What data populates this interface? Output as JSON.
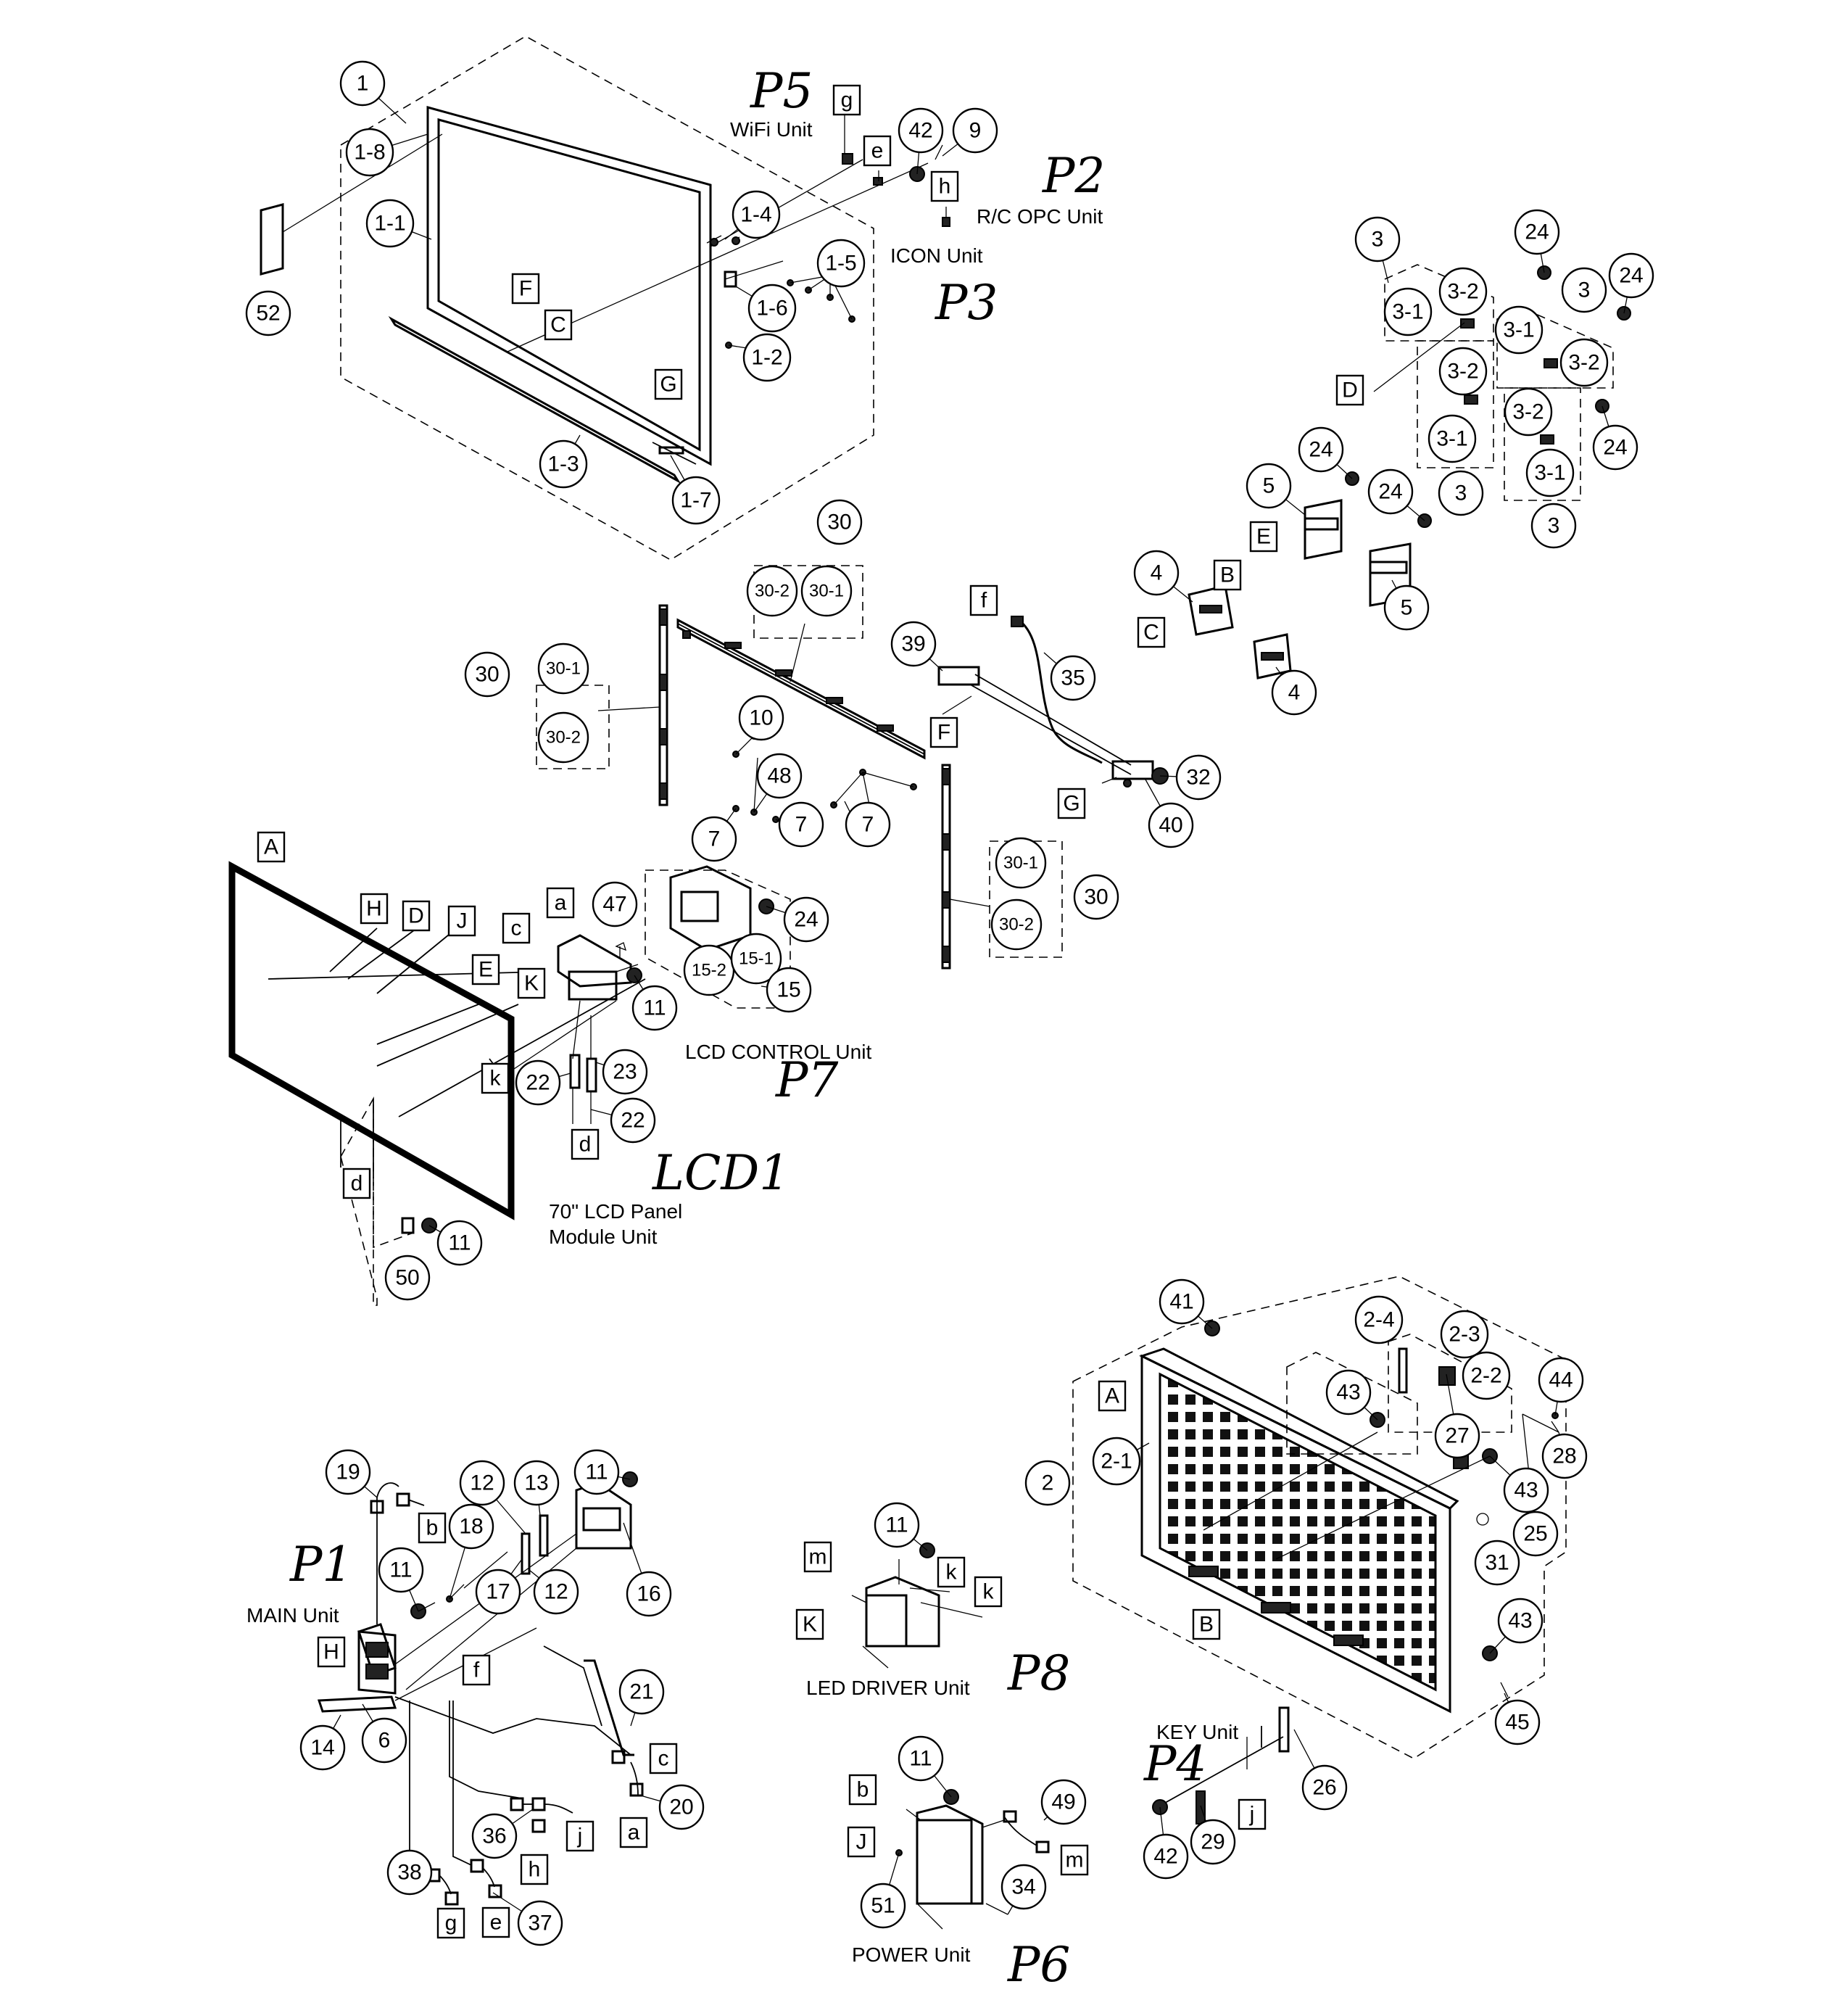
{
  "circled_numbers": [
    {
      "id": "c1",
      "text": "1"
    },
    {
      "id": "c1-8",
      "text": "1-8"
    },
    {
      "id": "c1-1",
      "text": "1-1"
    },
    {
      "id": "c52",
      "text": "52"
    },
    {
      "id": "c1-4",
      "text": "1-4"
    },
    {
      "id": "c1-5",
      "text": "1-5"
    },
    {
      "id": "c1-6",
      "text": "1-6"
    },
    {
      "id": "c1-2",
      "text": "1-2"
    },
    {
      "id": "c1-3",
      "text": "1-3"
    },
    {
      "id": "c1-7",
      "text": "1-7"
    },
    {
      "id": "c42a",
      "text": "42"
    },
    {
      "id": "c9",
      "text": "9"
    },
    {
      "id": "c3a",
      "text": "3"
    },
    {
      "id": "c24a",
      "text": "24"
    },
    {
      "id": "c3-2a",
      "text": "3-2"
    },
    {
      "id": "c3-1a",
      "text": "3-1"
    },
    {
      "id": "c3b",
      "text": "3"
    },
    {
      "id": "c24b",
      "text": "24"
    },
    {
      "id": "c3-1b",
      "text": "3-1"
    },
    {
      "id": "c3-2b",
      "text": "3-2"
    },
    {
      "id": "c3-2c",
      "text": "3-2"
    },
    {
      "id": "c3-1c",
      "text": "3-1"
    },
    {
      "id": "c3c",
      "text": "3"
    },
    {
      "id": "c3-2d",
      "text": "3-2"
    },
    {
      "id": "c3-1d",
      "text": "3-1"
    },
    {
      "id": "c24c",
      "text": "24"
    },
    {
      "id": "c3d",
      "text": "3"
    },
    {
      "id": "c24d",
      "text": "24"
    },
    {
      "id": "c5a",
      "text": "5"
    },
    {
      "id": "c24e",
      "text": "24"
    },
    {
      "id": "c5b",
      "text": "5"
    },
    {
      "id": "c4a",
      "text": "4"
    },
    {
      "id": "c4b",
      "text": "4"
    },
    {
      "id": "c30a",
      "text": "30"
    },
    {
      "id": "c30-2a",
      "text": "30-2"
    },
    {
      "id": "c30-1a",
      "text": "30-1"
    },
    {
      "id": "c30b",
      "text": "30"
    },
    {
      "id": "c30-1b",
      "text": "30-1"
    },
    {
      "id": "c30-2b",
      "text": "30-2"
    },
    {
      "id": "c39",
      "text": "39"
    },
    {
      "id": "c35",
      "text": "35"
    },
    {
      "id": "c32",
      "text": "32"
    },
    {
      "id": "c40",
      "text": "40"
    },
    {
      "id": "c10",
      "text": "10"
    },
    {
      "id": "c48",
      "text": "48"
    },
    {
      "id": "c7a",
      "text": "7"
    },
    {
      "id": "c7b",
      "text": "7"
    },
    {
      "id": "c7c",
      "text": "7"
    },
    {
      "id": "c30c",
      "text": "30"
    },
    {
      "id": "c30-1c",
      "text": "30-1"
    },
    {
      "id": "c30-2c",
      "text": "30-2"
    },
    {
      "id": "c47",
      "text": "47"
    },
    {
      "id": "c24f",
      "text": "24"
    },
    {
      "id": "c15-2",
      "text": "15-2"
    },
    {
      "id": "c15-1",
      "text": "15-1"
    },
    {
      "id": "c15",
      "text": "15"
    },
    {
      "id": "c11a",
      "text": "11"
    },
    {
      "id": "c22a",
      "text": "22"
    },
    {
      "id": "c23",
      "text": "23"
    },
    {
      "id": "c22b",
      "text": "22"
    },
    {
      "id": "c11b",
      "text": "11"
    },
    {
      "id": "c50",
      "text": "50"
    },
    {
      "id": "c41",
      "text": "41"
    },
    {
      "id": "c2-4",
      "text": "2-4"
    },
    {
      "id": "c2-3",
      "text": "2-3"
    },
    {
      "id": "c2-2",
      "text": "2-2"
    },
    {
      "id": "c44",
      "text": "44"
    },
    {
      "id": "c43a",
      "text": "43"
    },
    {
      "id": "c28",
      "text": "28"
    },
    {
      "id": "c27",
      "text": "27"
    },
    {
      "id": "c43b",
      "text": "43"
    },
    {
      "id": "c2-1",
      "text": "2-1"
    },
    {
      "id": "c2",
      "text": "2"
    },
    {
      "id": "c25",
      "text": "25"
    },
    {
      "id": "c31",
      "text": "31"
    },
    {
      "id": "c43c",
      "text": "43"
    },
    {
      "id": "c45",
      "text": "45"
    },
    {
      "id": "c11c",
      "text": "11"
    },
    {
      "id": "c19",
      "text": "19"
    },
    {
      "id": "c12a",
      "text": "12"
    },
    {
      "id": "c13",
      "text": "13"
    },
    {
      "id": "c18",
      "text": "18"
    },
    {
      "id": "c11d",
      "text": "11"
    },
    {
      "id": "c17",
      "text": "17"
    },
    {
      "id": "c12b",
      "text": "12"
    },
    {
      "id": "c16",
      "text": "16"
    },
    {
      "id": "c21",
      "text": "21"
    },
    {
      "id": "c14",
      "text": "14"
    },
    {
      "id": "c6",
      "text": "6"
    },
    {
      "id": "c20",
      "text": "20"
    },
    {
      "id": "c36",
      "text": "36"
    },
    {
      "id": "c38",
      "text": "38"
    },
    {
      "id": "c37",
      "text": "37"
    },
    {
      "id": "c11e",
      "text": "11"
    },
    {
      "id": "c11f",
      "text": "11"
    },
    {
      "id": "c49",
      "text": "49"
    },
    {
      "id": "c34",
      "text": "34"
    },
    {
      "id": "c51",
      "text": "51"
    },
    {
      "id": "c26",
      "text": "26"
    },
    {
      "id": "c29",
      "text": "29"
    },
    {
      "id": "c42b",
      "text": "42"
    }
  ],
  "boxed_letters": [
    {
      "id": "bg",
      "text": "g"
    },
    {
      "id": "be",
      "text": "e"
    },
    {
      "id": "bh",
      "text": "h"
    },
    {
      "id": "bF1",
      "text": "F"
    },
    {
      "id": "bC1",
      "text": "C"
    },
    {
      "id": "bG1",
      "text": "G"
    },
    {
      "id": "bD1",
      "text": "D"
    },
    {
      "id": "bE1",
      "text": "E"
    },
    {
      "id": "bB1",
      "text": "B"
    },
    {
      "id": "bC2",
      "text": "C"
    },
    {
      "id": "bf1",
      "text": "f"
    },
    {
      "id": "bF2",
      "text": "F"
    },
    {
      "id": "bG2",
      "text": "G"
    },
    {
      "id": "bA1",
      "text": "A"
    },
    {
      "id": "bH1",
      "text": "H"
    },
    {
      "id": "bD2",
      "text": "D"
    },
    {
      "id": "bJ1",
      "text": "J"
    },
    {
      "id": "bc1",
      "text": "c"
    },
    {
      "id": "ba1",
      "text": "a"
    },
    {
      "id": "bE2",
      "text": "E"
    },
    {
      "id": "bK1",
      "text": "K"
    },
    {
      "id": "bk1",
      "text": "k"
    },
    {
      "id": "bd1",
      "text": "d"
    },
    {
      "id": "bd2",
      "text": "d"
    },
    {
      "id": "bA2",
      "text": "A"
    },
    {
      "id": "bB2",
      "text": "B"
    },
    {
      "id": "bb1",
      "text": "b"
    },
    {
      "id": "bH2",
      "text": "H"
    },
    {
      "id": "bf2",
      "text": "f"
    },
    {
      "id": "bc2",
      "text": "c"
    },
    {
      "id": "ba2",
      "text": "a"
    },
    {
      "id": "bj1",
      "text": "j"
    },
    {
      "id": "bh2",
      "text": "h"
    },
    {
      "id": "bg2",
      "text": "g"
    },
    {
      "id": "be2",
      "text": "e"
    },
    {
      "id": "bm1",
      "text": "m"
    },
    {
      "id": "bk2",
      "text": "k"
    },
    {
      "id": "bk3",
      "text": "k"
    },
    {
      "id": "bK2",
      "text": "K"
    },
    {
      "id": "bb2",
      "text": "b"
    },
    {
      "id": "bJ2",
      "text": "J"
    },
    {
      "id": "bm2",
      "text": "m"
    },
    {
      "id": "bj2",
      "text": "j"
    }
  ],
  "unit_labels": [
    {
      "id": "wifi",
      "text": "WiFi Unit"
    },
    {
      "id": "rcopc",
      "text": "R/C OPC Unit"
    },
    {
      "id": "icon",
      "text": "ICON Unit"
    },
    {
      "id": "lcdctl",
      "text": "LCD CONTROL Unit"
    },
    {
      "id": "panel1",
      "text": "70\" LCD Panel"
    },
    {
      "id": "panel2",
      "text": "Module Unit"
    },
    {
      "id": "main",
      "text": "MAIN Unit"
    },
    {
      "id": "leddrv",
      "text": "LED DRIVER Unit"
    },
    {
      "id": "power",
      "text": "POWER Unit"
    },
    {
      "id": "key",
      "text": "KEY Unit"
    }
  ],
  "handwritten_labels": [
    {
      "id": "P5",
      "text": "P5"
    },
    {
      "id": "P2",
      "text": "P2"
    },
    {
      "id": "P3",
      "text": "P3"
    },
    {
      "id": "P7",
      "text": "P7"
    },
    {
      "id": "LCD1",
      "text": "LCD1"
    },
    {
      "id": "P1",
      "text": "P1"
    },
    {
      "id": "P8",
      "text": "P8"
    },
    {
      "id": "P4",
      "text": "P4"
    },
    {
      "id": "P6",
      "text": "P6"
    }
  ]
}
